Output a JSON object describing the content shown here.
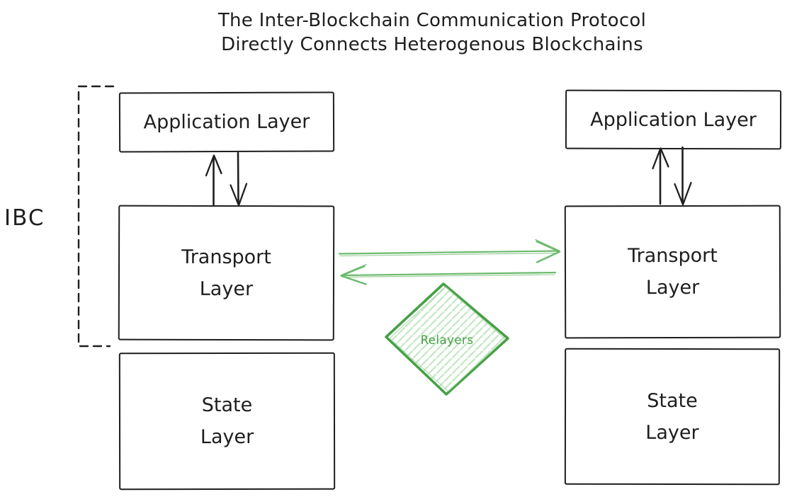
{
  "title": {
    "line1": "The Inter-Blockchain Communication Protocol",
    "line2": "Directly Connects Heterogenous Blockchains"
  },
  "ibc": {
    "label": "IBC"
  },
  "left_chain": {
    "application_layer": "Application Layer",
    "transport_layer": "Transport\nLayer",
    "state_layer": "State\nLayer"
  },
  "right_chain": {
    "application_layer": "Application Layer",
    "transport_layer": "Transport\nLayer",
    "state_layer": "State\nLayer"
  },
  "relayers": {
    "label": "Relayers"
  },
  "colors": {
    "ink": "#1e1e1e",
    "green_stroke": "#46a046",
    "green_arrow": "#6cb96c",
    "green_hatch": "#c8e8c8",
    "background": "#ffffff"
  }
}
